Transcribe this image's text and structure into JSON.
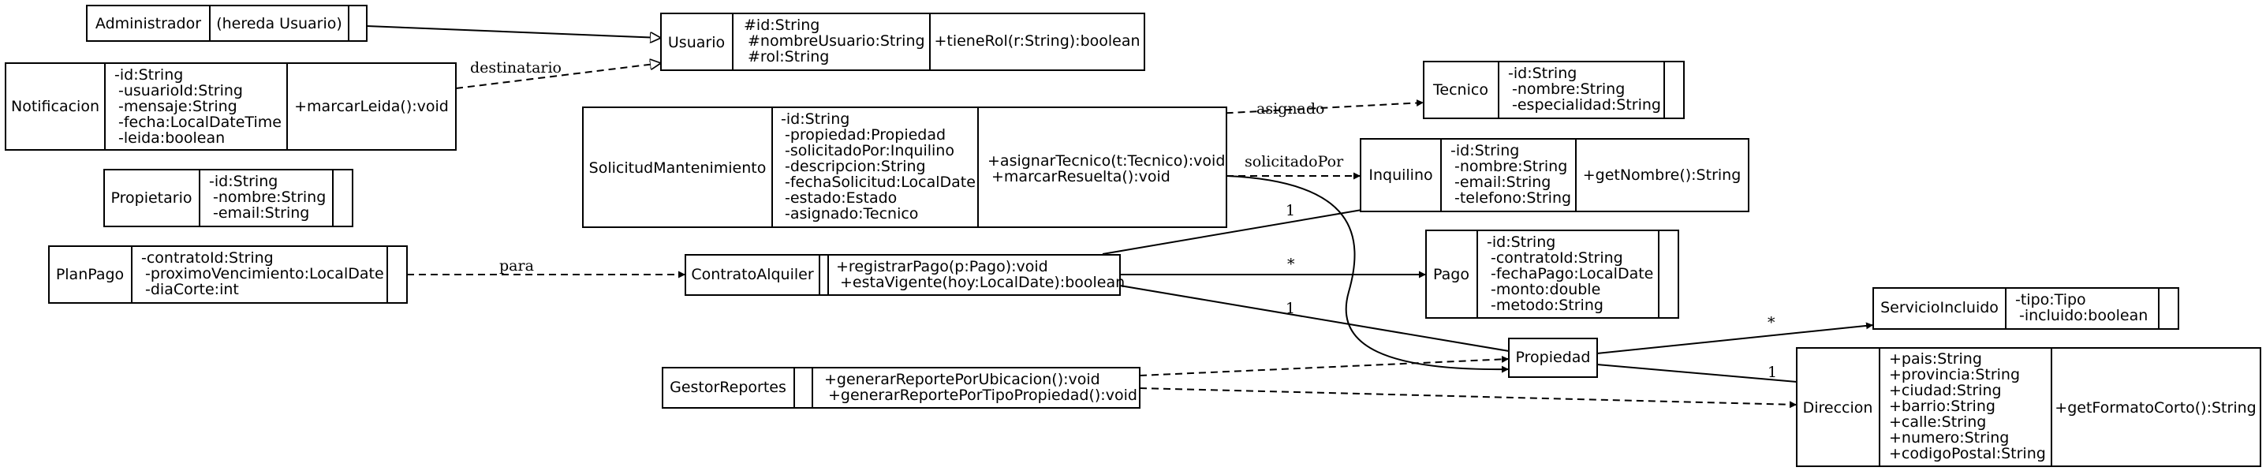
{
  "classes": {
    "administrador": {
      "name": "Administrador",
      "col2": [
        "(hereda Usuario)"
      ],
      "col3": []
    },
    "usuario": {
      "name": "Usuario",
      "col2": [
        "#id:String",
        "#nombreUsuario:String",
        "#rol:String"
      ],
      "col3": [
        "+tieneRol(r:String):boolean"
      ]
    },
    "notificacion": {
      "name": "Notificacion",
      "col2": [
        "-id:String",
        "-usuarioId:String",
        "-mensaje:String",
        "-fecha:LocalDateTime",
        "-leida:boolean"
      ],
      "col3": [
        "+marcarLeida():void"
      ]
    },
    "propietario": {
      "name": "Propietario",
      "col2": [
        "-id:String",
        "-nombre:String",
        "-email:String"
      ],
      "col3": []
    },
    "planpago": {
      "name": "PlanPago",
      "col2": [
        "-contratoId:String",
        "-proximoVencimiento:LocalDate",
        "-diaCorte:int"
      ],
      "col3": []
    },
    "solicitud": {
      "name": "SolicitudMantenimiento",
      "col2": [
        "-id:String",
        "-propiedad:Propiedad",
        "-solicitadoPor:Inquilino",
        "-descripcion:String",
        "-fechaSolicitud:LocalDate",
        "-estado:Estado",
        "-asignado:Tecnico"
      ],
      "col3": [
        "+asignarTecnico(t:Tecnico):void",
        "+marcarResuelta():void"
      ]
    },
    "contrato": {
      "name": "ContratoAlquiler",
      "col2": [],
      "col3": [
        "+registrarPago(p:Pago):void",
        "+estaVigente(hoy:LocalDate):boolean"
      ]
    },
    "gestor": {
      "name": "GestorReportes",
      "col2": [],
      "col3": [
        "+generarReportePorUbicacion():void",
        "+generarReportePorTipoPropiedad():void"
      ]
    },
    "tecnico": {
      "name": "Tecnico",
      "col2": [
        "-id:String",
        "-nombre:String",
        "-especialidad:String"
      ],
      "col3": []
    },
    "inquilino": {
      "name": "Inquilino",
      "col2": [
        "-id:String",
        "-nombre:String",
        "-email:String",
        "-telefono:String"
      ],
      "col3": [
        "+getNombre():String"
      ]
    },
    "pago": {
      "name": "Pago",
      "col2": [
        "-id:String",
        "-contratoId:String",
        "-fechaPago:LocalDate",
        "-monto:double",
        "-metodo:String"
      ],
      "col3": []
    },
    "propiedad": {
      "name": "Propiedad",
      "col2": [],
      "col3": []
    },
    "servicio": {
      "name": "ServicioIncluido",
      "col2": [
        "-tipo:Tipo",
        "-incluido:boolean"
      ],
      "col3": []
    },
    "direccion": {
      "name": "Direccion",
      "col2": [
        "+pais:String",
        "+provincia:String",
        "+ciudad:String",
        "+barrio:String",
        "+calle:String",
        "+numero:String",
        "+codigoPostal:String"
      ],
      "col3": [
        "+getFormatoCorto():String"
      ]
    }
  },
  "edge_labels": {
    "destinatario": "destinatario",
    "para": "para",
    "asignado": "asignado",
    "solicitadoPor": "solicitadoPor",
    "inquilino_mult": "1",
    "pago_mult": "*",
    "propiedad_mult": "1",
    "servicio_mult": "*",
    "direccion_mult": "1"
  }
}
